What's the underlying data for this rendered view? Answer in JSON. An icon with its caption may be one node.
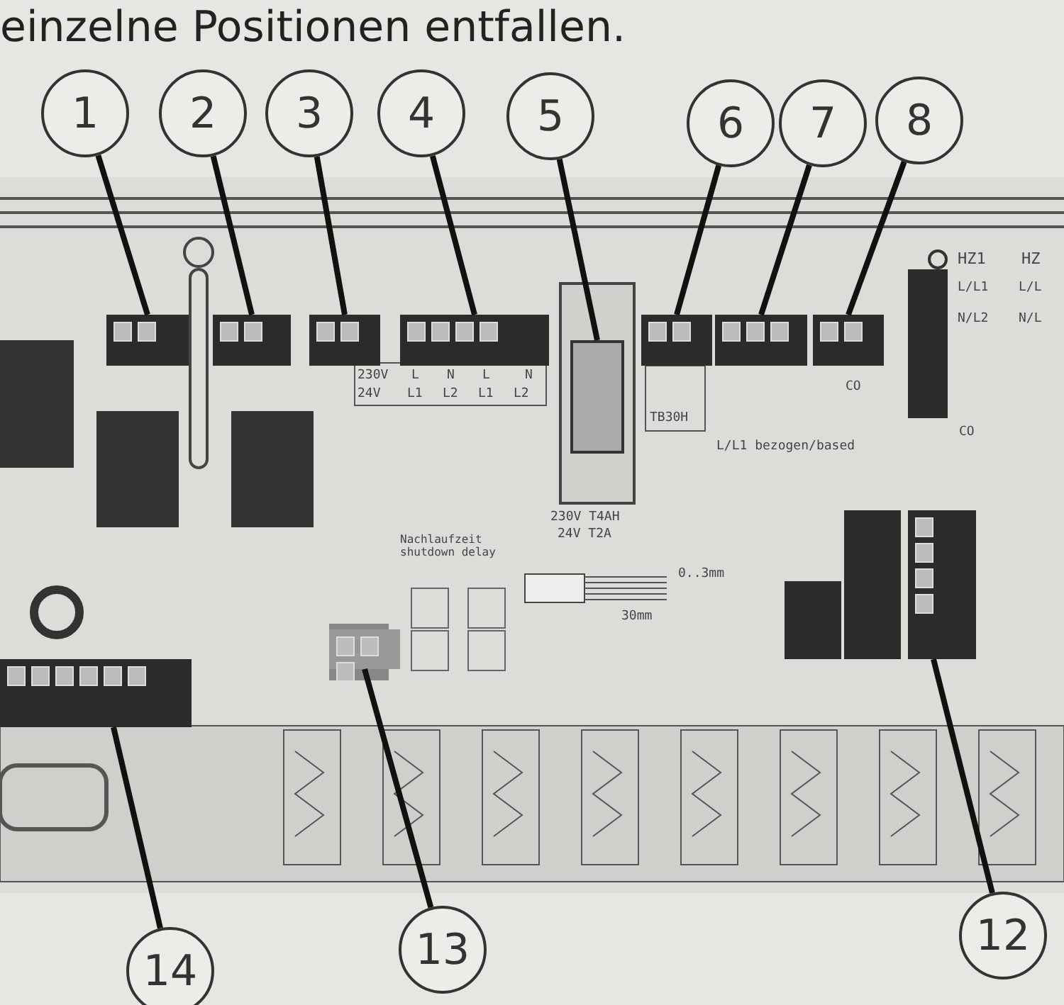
{
  "diagram": {
    "nodes": [
      {
        "text": [
          "1"
        ]
      },
      {
        "text": [
          "2"
        ]
      },
      {
        "text": [
          "3"
        ]
      },
      {
        "text": [
          "4"
        ]
      },
      {
        "text": [
          "5"
        ]
      },
      {
        "text": [
          "6"
        ]
      },
      {
        "text": [
          "7"
        ]
      },
      {
        "text": [
          "8"
        ]
      },
      {
        "text": [
          "14"
        ]
      },
      {
        "text": [
          "13"
        ]
      },
      {
        "text": [
          "12"
        ]
      },
      {
        "text": [],
        "shape": "box"
      },
      {
        "text": [],
        "shape": "box"
      },
      {
        "text": [],
        "shape": "box"
      },
      {
        "text": [],
        "shape": "box"
      },
      {
        "text": [],
        "shape": "box"
      },
      {
        "text": [],
        "shape": "box"
      },
      {
        "text": [],
        "shape": "box"
      },
      {
        "text": [],
        "shape": "box"
      },
      {
        "text": [],
        "shape": "box"
      },
      {
        "text": [],
        "shape": "box"
      },
      {
        "text": [],
        "shape": "box"
      }
    ],
    "edges": [
      {
        "from": 0,
        "to": 11,
        "arrow": "none"
      },
      {
        "from": 1,
        "to": 12,
        "arrow": "none"
      },
      {
        "from": 2,
        "to": 13,
        "arrow": "none"
      },
      {
        "from": 3,
        "to": 14,
        "arrow": "none"
      },
      {
        "from": 4,
        "to": 15,
        "arrow": "none"
      },
      {
        "from": 5,
        "to": 16,
        "arrow": "none"
      },
      {
        "from": 6,
        "to": 17,
        "arrow": "none"
      },
      {
        "from": 7,
        "to": 18,
        "arrow": "none"
      },
      {
        "from": 8,
        "to": 21,
        "arrow": "none"
      },
      {
        "from": 9,
        "to": 20,
        "arrow": "none"
      },
      {
        "from": 10,
        "to": 19,
        "arrow": "none"
      }
    ],
    "labels": [
      "einzelne Positionen entfallen.",
      "230V",
      "L",
      "N",
      "L",
      "N",
      "24V",
      "L1",
      "L2",
      "L1",
      "L2",
      "TB30H",
      "CO",
      "L/L1 bezogen/based",
      "230V T4AH",
      "24V T2A",
      "Nachlaufzeit shutdown delay",
      "0..3mm",
      "30mm",
      "HZ1",
      "HZ",
      "L/L1",
      "L/L",
      "N/L2",
      "N/L",
      "CO"
    ]
  }
}
